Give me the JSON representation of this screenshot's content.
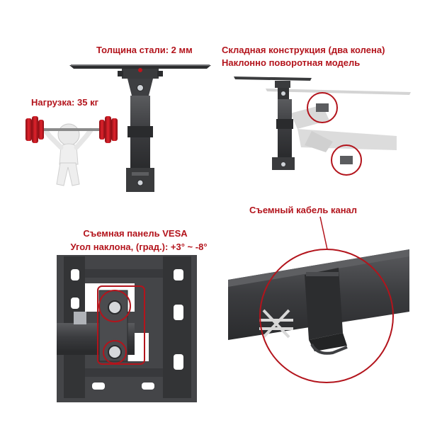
{
  "labels": {
    "steel_thickness": "Толщина стали: 2 мм",
    "load": "Нагрузка: 35 кг",
    "folding_line1": "Складная конструкция (два колена)",
    "folding_line2": "Наклонно поворотная модель",
    "vesa_line1": "Съемная панель VESA",
    "vesa_line2": "Угол наклона, (град.): +3° ~ -8°",
    "cable_channel": "Съемный кабель канал"
  },
  "colors": {
    "accent": "#b3141c",
    "steel": "#3a3b3d",
    "steel_light": "#c9c9c9",
    "highlight_circle": "#b3141c"
  },
  "icons": {
    "weightlifter": "weightlifter-figure-icon",
    "brand_logo": "hash-cross-logo-icon"
  }
}
